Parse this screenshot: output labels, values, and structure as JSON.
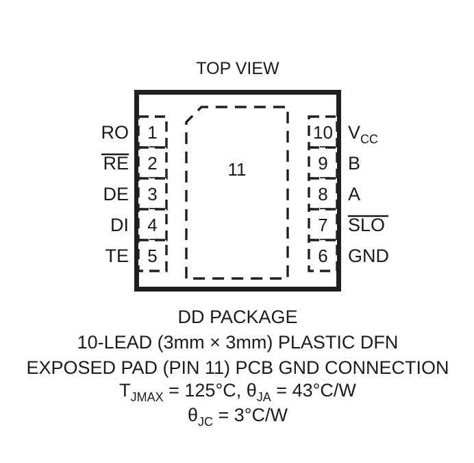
{
  "figure": {
    "view_title": "TOP VIEW",
    "exposed_pad_number": "11"
  },
  "pins": {
    "left": [
      {
        "number": "1",
        "label": "RO",
        "overline": false
      },
      {
        "number": "2",
        "label": "RE",
        "overline": true
      },
      {
        "number": "3",
        "label": "DE",
        "overline": false
      },
      {
        "number": "4",
        "label": "DI",
        "overline": false
      },
      {
        "number": "5",
        "label": "TE",
        "overline": false
      }
    ],
    "right": [
      {
        "number": "10",
        "label": "V",
        "subscript": "CC",
        "overline": false
      },
      {
        "number": "9",
        "label": "B",
        "overline": false
      },
      {
        "number": "8",
        "label": "A",
        "overline": false
      },
      {
        "number": "7",
        "label": "SLO",
        "overline": true
      },
      {
        "number": "6",
        "label": "GND",
        "overline": false
      }
    ]
  },
  "caption": {
    "line1": "DD PACKAGE",
    "line2": "10-LEAD (3mm × 3mm) PLASTIC DFN",
    "line3": "EXPOSED PAD (PIN 11) PCB GND CONNECTION",
    "thermal1": {
      "symbol": "T",
      "symbol_sub": "JMAX",
      "value": " = 125°C, ",
      "symbol2": "θ",
      "symbol2_sub": "JA",
      "value2": " = 43°C/W"
    },
    "thermal2": {
      "symbol": "θ",
      "symbol_sub": "JC",
      "value": " = 3°C/W"
    }
  },
  "colors": {
    "ink": "#1a1a1a",
    "outline": "#1f1f1f",
    "background": "#ffffff"
  }
}
